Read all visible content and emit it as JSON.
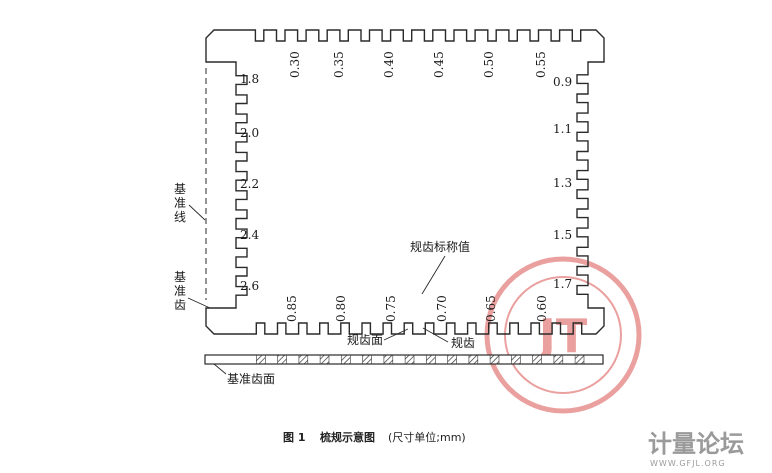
{
  "top_gauge_values": [
    "0.30",
    "0.35",
    "0.40",
    "0.45",
    "0.50",
    "0.55"
  ],
  "bottom_gauge_values": [
    "0.85",
    "0.80",
    "0.75",
    "0.70",
    "0.65",
    "0.60"
  ],
  "left_gauge_values": [
    "1.8",
    "2.0",
    "2.2",
    "2.4",
    "2.6"
  ],
  "right_gauge_values": [
    "0.9",
    "1.1",
    "1.3",
    "1.5",
    "1.7"
  ],
  "labels": {
    "ref_line": [
      "基",
      "准",
      "线"
    ],
    "ref_tooth": [
      "基",
      "准",
      "齿"
    ],
    "nominal_value": "规齿标称值",
    "tooth_face": "规齿面",
    "tooth": "规齿",
    "ref_tooth_face": "基准齿面"
  },
  "caption": {
    "figure_no": "图 1",
    "title": "梳规示意图",
    "unit": "(尺寸单位;mm)"
  },
  "watermark": {
    "seal_text": "JT",
    "main": "计量论坛",
    "sub": "WWW.GFJL.ORG"
  },
  "colors": {
    "line": "#2a2a2a",
    "seal": "#d9534f",
    "watermark": "#9a9a9a"
  }
}
